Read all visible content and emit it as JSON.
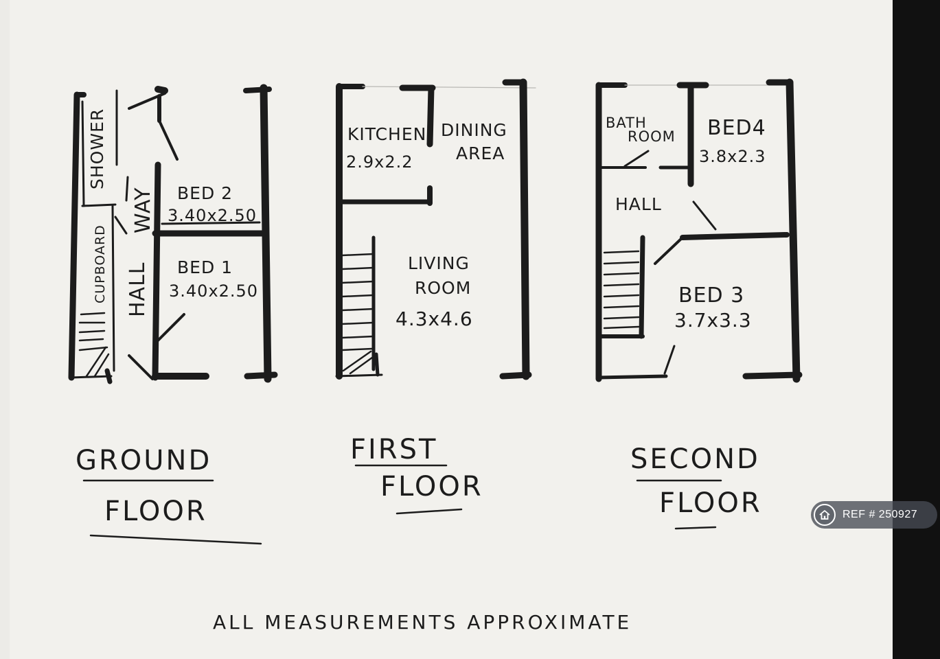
{
  "floors": [
    {
      "id": "ground",
      "title_line1": "GROUND",
      "title_line2": "FLOOR",
      "rooms": [
        {
          "label": "SHOWER",
          "dims": ""
        },
        {
          "label": "CUPBOARD",
          "dims": ""
        },
        {
          "label": "HALL",
          "label2": "WAY",
          "dims": ""
        },
        {
          "label": "BED 2",
          "dims": "3.40x2.50"
        },
        {
          "label": "BED 1",
          "dims": "3.40x2.50"
        }
      ]
    },
    {
      "id": "first",
      "title_line1": "FIRST",
      "title_line2": "FLOOR",
      "rooms": [
        {
          "label": "KITCHEN",
          "dims": "2.9x2.2"
        },
        {
          "label": "DINING",
          "label2": "AREA",
          "dims": ""
        },
        {
          "label": "LIVING",
          "label2": "ROOM",
          "dims": "4.3x4.6"
        }
      ]
    },
    {
      "id": "second",
      "title_line1": "SECOND",
      "title_line2": "FLOOR",
      "rooms": [
        {
          "label": "BATH",
          "label2": "ROOM",
          "dims": ""
        },
        {
          "label": "BED4",
          "dims": "3.8x2.3"
        },
        {
          "label": "HALL",
          "dims": ""
        },
        {
          "label": "BED 3",
          "dims": "3.7x3.3"
        }
      ]
    }
  ],
  "footer_note": "ALL MEASUREMENTS APPROXIMATE",
  "ref_badge": {
    "text": "REF # 250927",
    "icon": "home-icon"
  },
  "colors": {
    "paper": "#f2f1ed",
    "ink": "#1c1c1c",
    "badge": "#484c54",
    "background": "#111111"
  }
}
